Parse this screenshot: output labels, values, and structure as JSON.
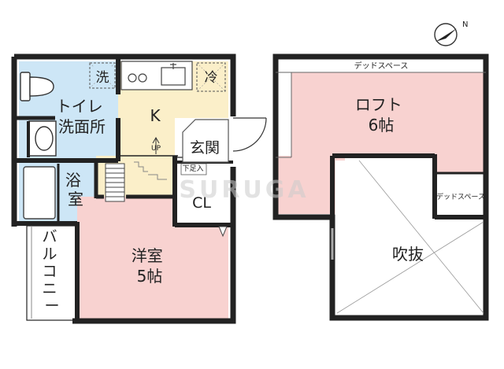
{
  "colors": {
    "wall": "#222222",
    "wet_area": "#cde6f6",
    "kitchen": "#fbefc9",
    "room": "#f8d2d0",
    "entrance": "#ffffff"
  },
  "compass": {
    "label": "N",
    "icon": "north-arrow-icon"
  },
  "first_floor": {
    "toilet_washroom": "トイレ\n洗面所",
    "washer_mark": "洗",
    "fridge_mark": "冷",
    "kitchen": "K",
    "stairs_up": "UP",
    "entrance": "玄関",
    "shoe_storage": "下足入",
    "bathroom": "浴\n室",
    "closet": "CL",
    "western_room": "洋室\n5帖",
    "balcony": "バ\nル\nコ\nニ\nー"
  },
  "loft_floor": {
    "dead_space_top": "デッドスペース",
    "loft": "ロフト\n6帖",
    "dead_space_side": "デッドスペース",
    "atrium": "吹抜"
  },
  "watermark": "SURUGA"
}
